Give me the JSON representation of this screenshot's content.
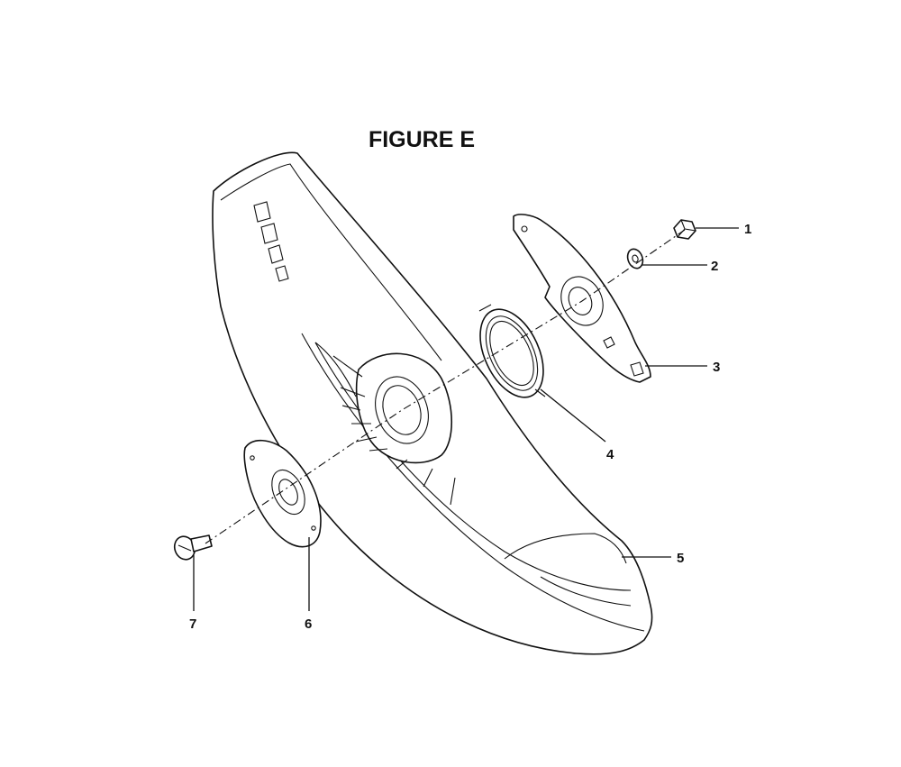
{
  "figure": {
    "title": "FIGURE E"
  },
  "callouts": [
    {
      "id": "1",
      "label": "1"
    },
    {
      "id": "2",
      "label": "2"
    },
    {
      "id": "3",
      "label": "3"
    },
    {
      "id": "4",
      "label": "4"
    },
    {
      "id": "5",
      "label": "5"
    },
    {
      "id": "6",
      "label": "6"
    },
    {
      "id": "7",
      "label": "7"
    }
  ],
  "colors": {
    "line": "#111111",
    "background": "#ffffff"
  }
}
